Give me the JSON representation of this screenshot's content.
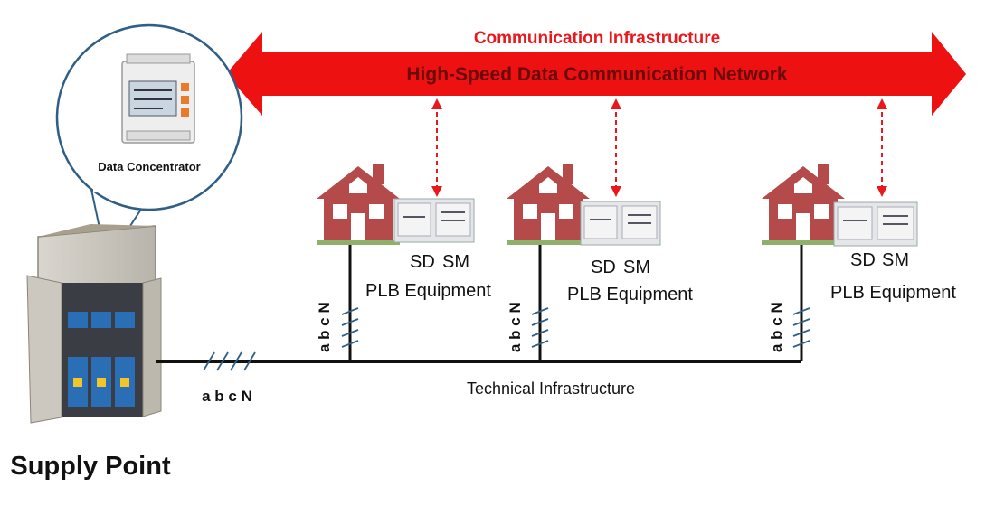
{
  "communication_label": "Communication Infrastructure",
  "network_label": "High-Speed Data Communication Network",
  "concentrator_label": "Data Concentrator",
  "supply_point_label": "Supply Point",
  "technical_label": "Technical Infrastructure",
  "phase_label": "a b c N",
  "houses": [
    {
      "sd": "SD",
      "sm": "SM",
      "equipment": "PLB Equipment",
      "phases": "a b c N"
    },
    {
      "sd": "SD",
      "sm": "SM",
      "equipment": "PLB Equipment",
      "phases": "a b c N"
    },
    {
      "sd": "SD",
      "sm": "SM",
      "equipment": "PLB Equipment",
      "phases": "a b c N"
    }
  ],
  "colors": {
    "network_arrow": "#ee1111",
    "house": "#b54a4a",
    "link": "#e8181c",
    "line": "#111111"
  },
  "icons": [
    "double-arrow-icon",
    "house-icon",
    "meter-icon",
    "data-concentrator-icon",
    "cabinet-icon"
  ]
}
